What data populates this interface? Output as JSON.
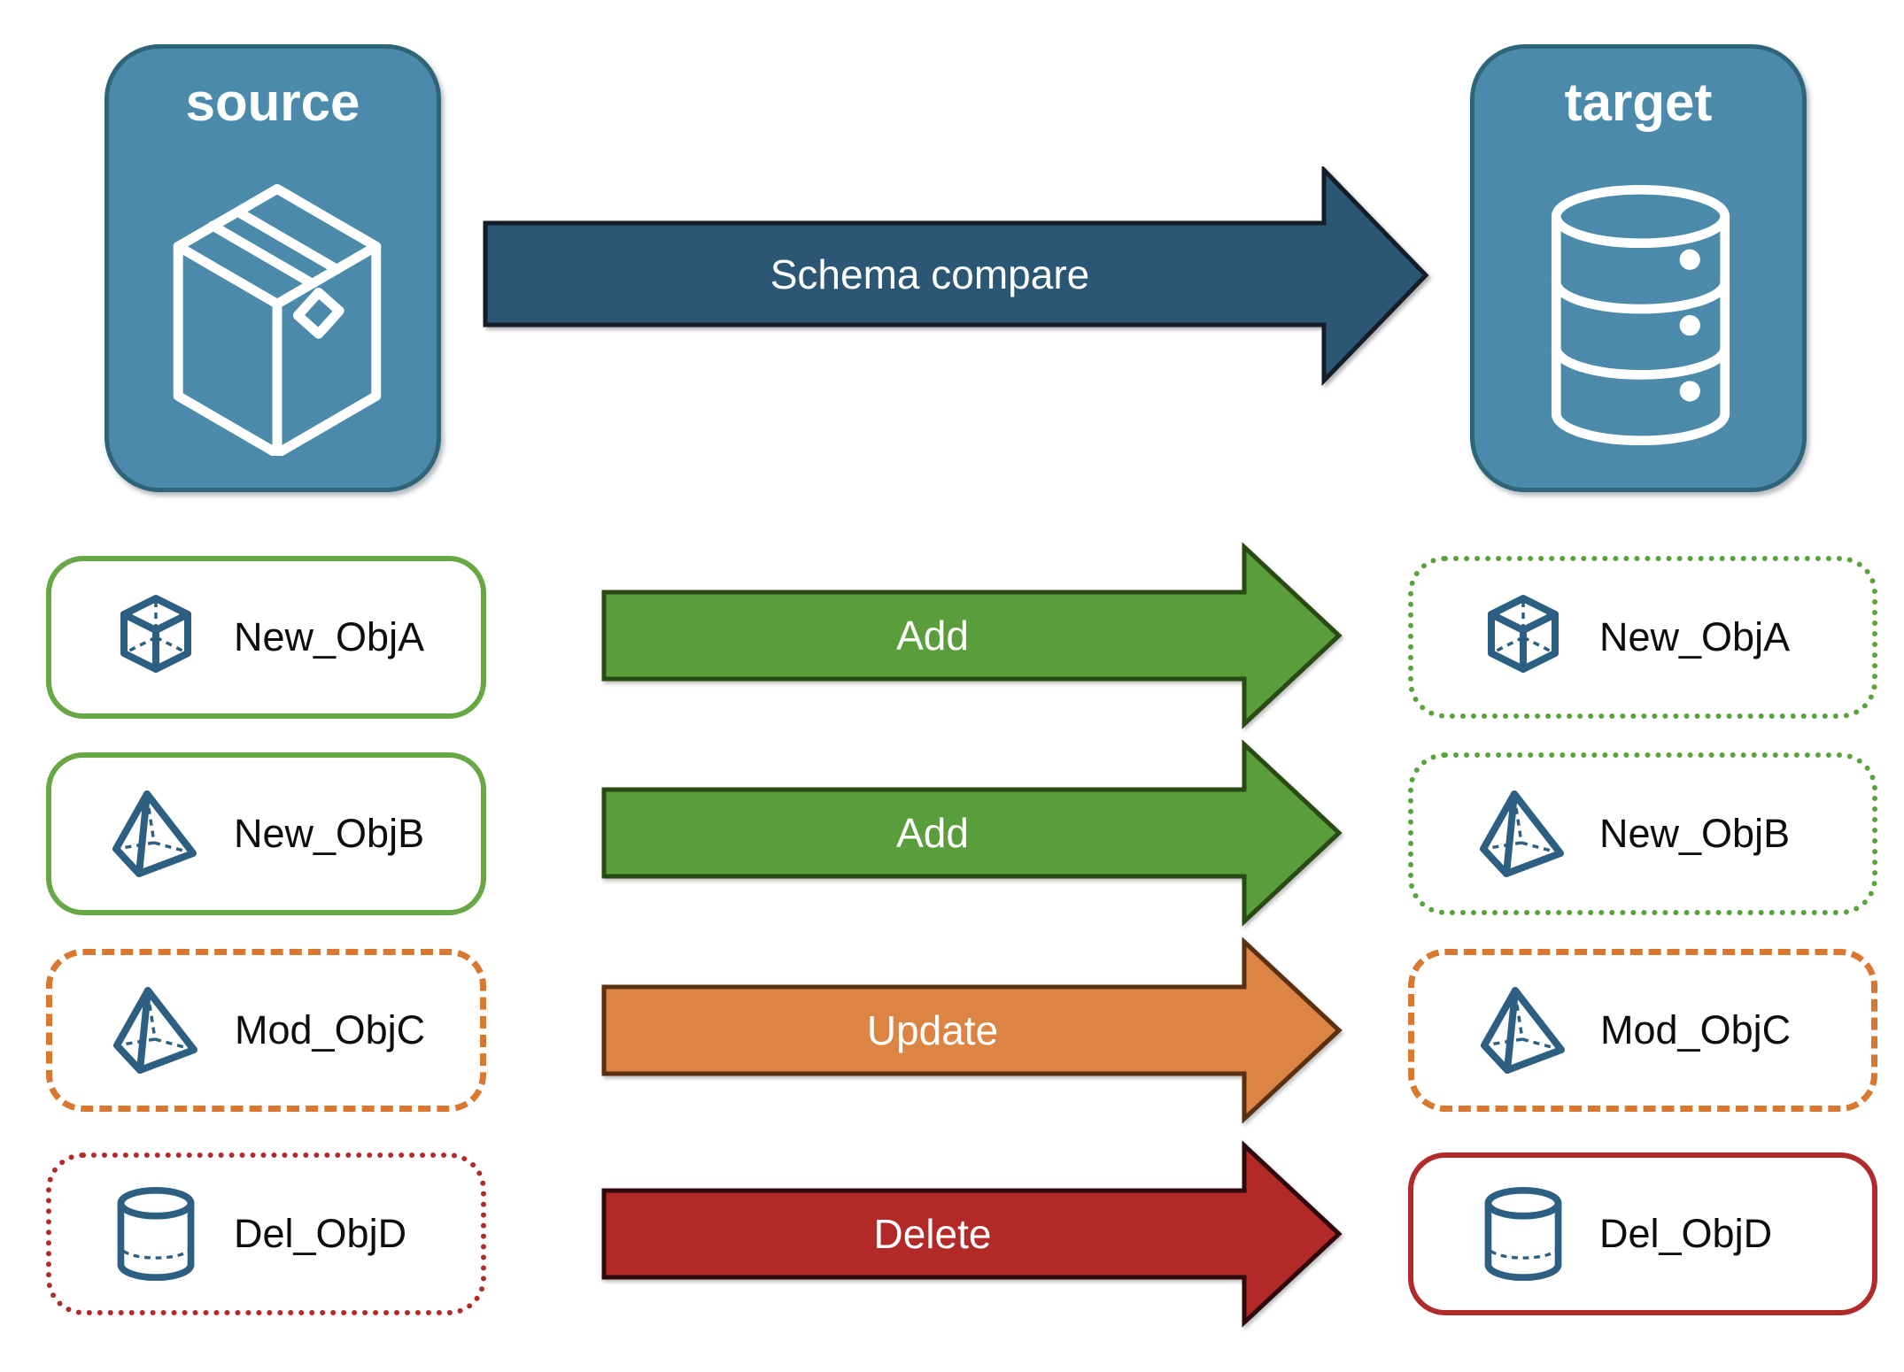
{
  "title": "Schema compare diagram",
  "palette": {
    "node_fill": "#4b8aab",
    "node_border": "#2f6579",
    "schema_arrow_fill": "#2b5674",
    "schema_arrow_border": "#141e29",
    "add_arrow_fill": "#5a9d3b",
    "update_arrow_fill": "#dc8444",
    "delete_arrow_fill": "#b32928",
    "green_border": "#67a744",
    "orange_border": "#d9782e",
    "red_border": "#b22b2b",
    "icon_stroke": "#2d5f82",
    "arrow_text_color": "#ffffff",
    "label_text_color": "#0d0d0d"
  },
  "source": {
    "label": "source",
    "icon": "package-box-icon"
  },
  "target": {
    "label": "target",
    "icon": "database-icon"
  },
  "schema_arrow": {
    "label": "Schema compare"
  },
  "rows": [
    {
      "left": {
        "label": "New_ObjA",
        "icon": "cube-icon",
        "border": "solid-green"
      },
      "arrow": {
        "label": "Add",
        "color": "green"
      },
      "right": {
        "label": "New_ObjA",
        "icon": "cube-icon",
        "border": "dotted-green"
      }
    },
    {
      "left": {
        "label": "New_ObjB",
        "icon": "pyramid-icon",
        "border": "solid-green"
      },
      "arrow": {
        "label": "Add",
        "color": "green"
      },
      "right": {
        "label": "New_ObjB",
        "icon": "pyramid-icon",
        "border": "dotted-green"
      }
    },
    {
      "left": {
        "label": "Mod_ObjC",
        "icon": "pyramid-icon",
        "border": "dashed-orange"
      },
      "arrow": {
        "label": "Update",
        "color": "orange"
      },
      "right": {
        "label": "Mod_ObjC",
        "icon": "pyramid-icon",
        "border": "dashed-orange"
      }
    },
    {
      "left": {
        "label": "Del_ObjD",
        "icon": "cylinder-icon",
        "border": "dotted-red"
      },
      "arrow": {
        "label": "Delete",
        "color": "red"
      },
      "right": {
        "label": "Del_ObjD",
        "icon": "cylinder-icon",
        "border": "solid-red"
      }
    }
  ]
}
